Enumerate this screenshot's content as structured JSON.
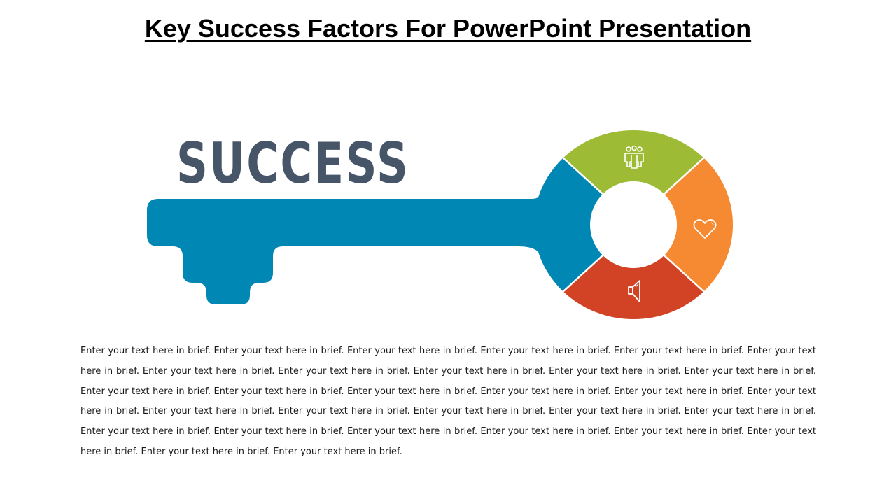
{
  "slide": {
    "title": "Key Success Factors For PowerPoint Presentation",
    "key_word": "SUCCESS",
    "body_text": "Enter your text here in brief. Enter your text here in brief. Enter your text here in brief. Enter your text here in brief. Enter your text here in brief. Enter your text here in brief. Enter your text here in brief. Enter your text here in brief. Enter your text here in brief. Enter your text here in brief. Enter your text here in brief. Enter your text here in brief. Enter your text here in brief. Enter your text here in brief. Enter your text here in brief. Enter your text here in brief. Enter your text here in brief. Enter your text here in brief. Enter your text here in brief. Enter your text here in brief. Enter your text here in brief. Enter your text here in brief. Enter your text here in brief. Enter your text here in brief. Enter your text here in brief. Enter your text here in brief. Enter your text here in brief. Enter your text here in brief. Enter your text here in brief. Enter your text here in brief."
  },
  "key_diagram": {
    "shaft_color": "#0087B3",
    "word_color": "#475569",
    "segments": [
      {
        "position": "left",
        "color": "#0087B3",
        "icon": "none"
      },
      {
        "position": "top",
        "color": "#9DBB35",
        "icon": "team-icon"
      },
      {
        "position": "right",
        "color": "#F68A33",
        "icon": "heart-icon"
      },
      {
        "position": "bottom",
        "color": "#D24325",
        "icon": "speaker-icon"
      }
    ]
  }
}
